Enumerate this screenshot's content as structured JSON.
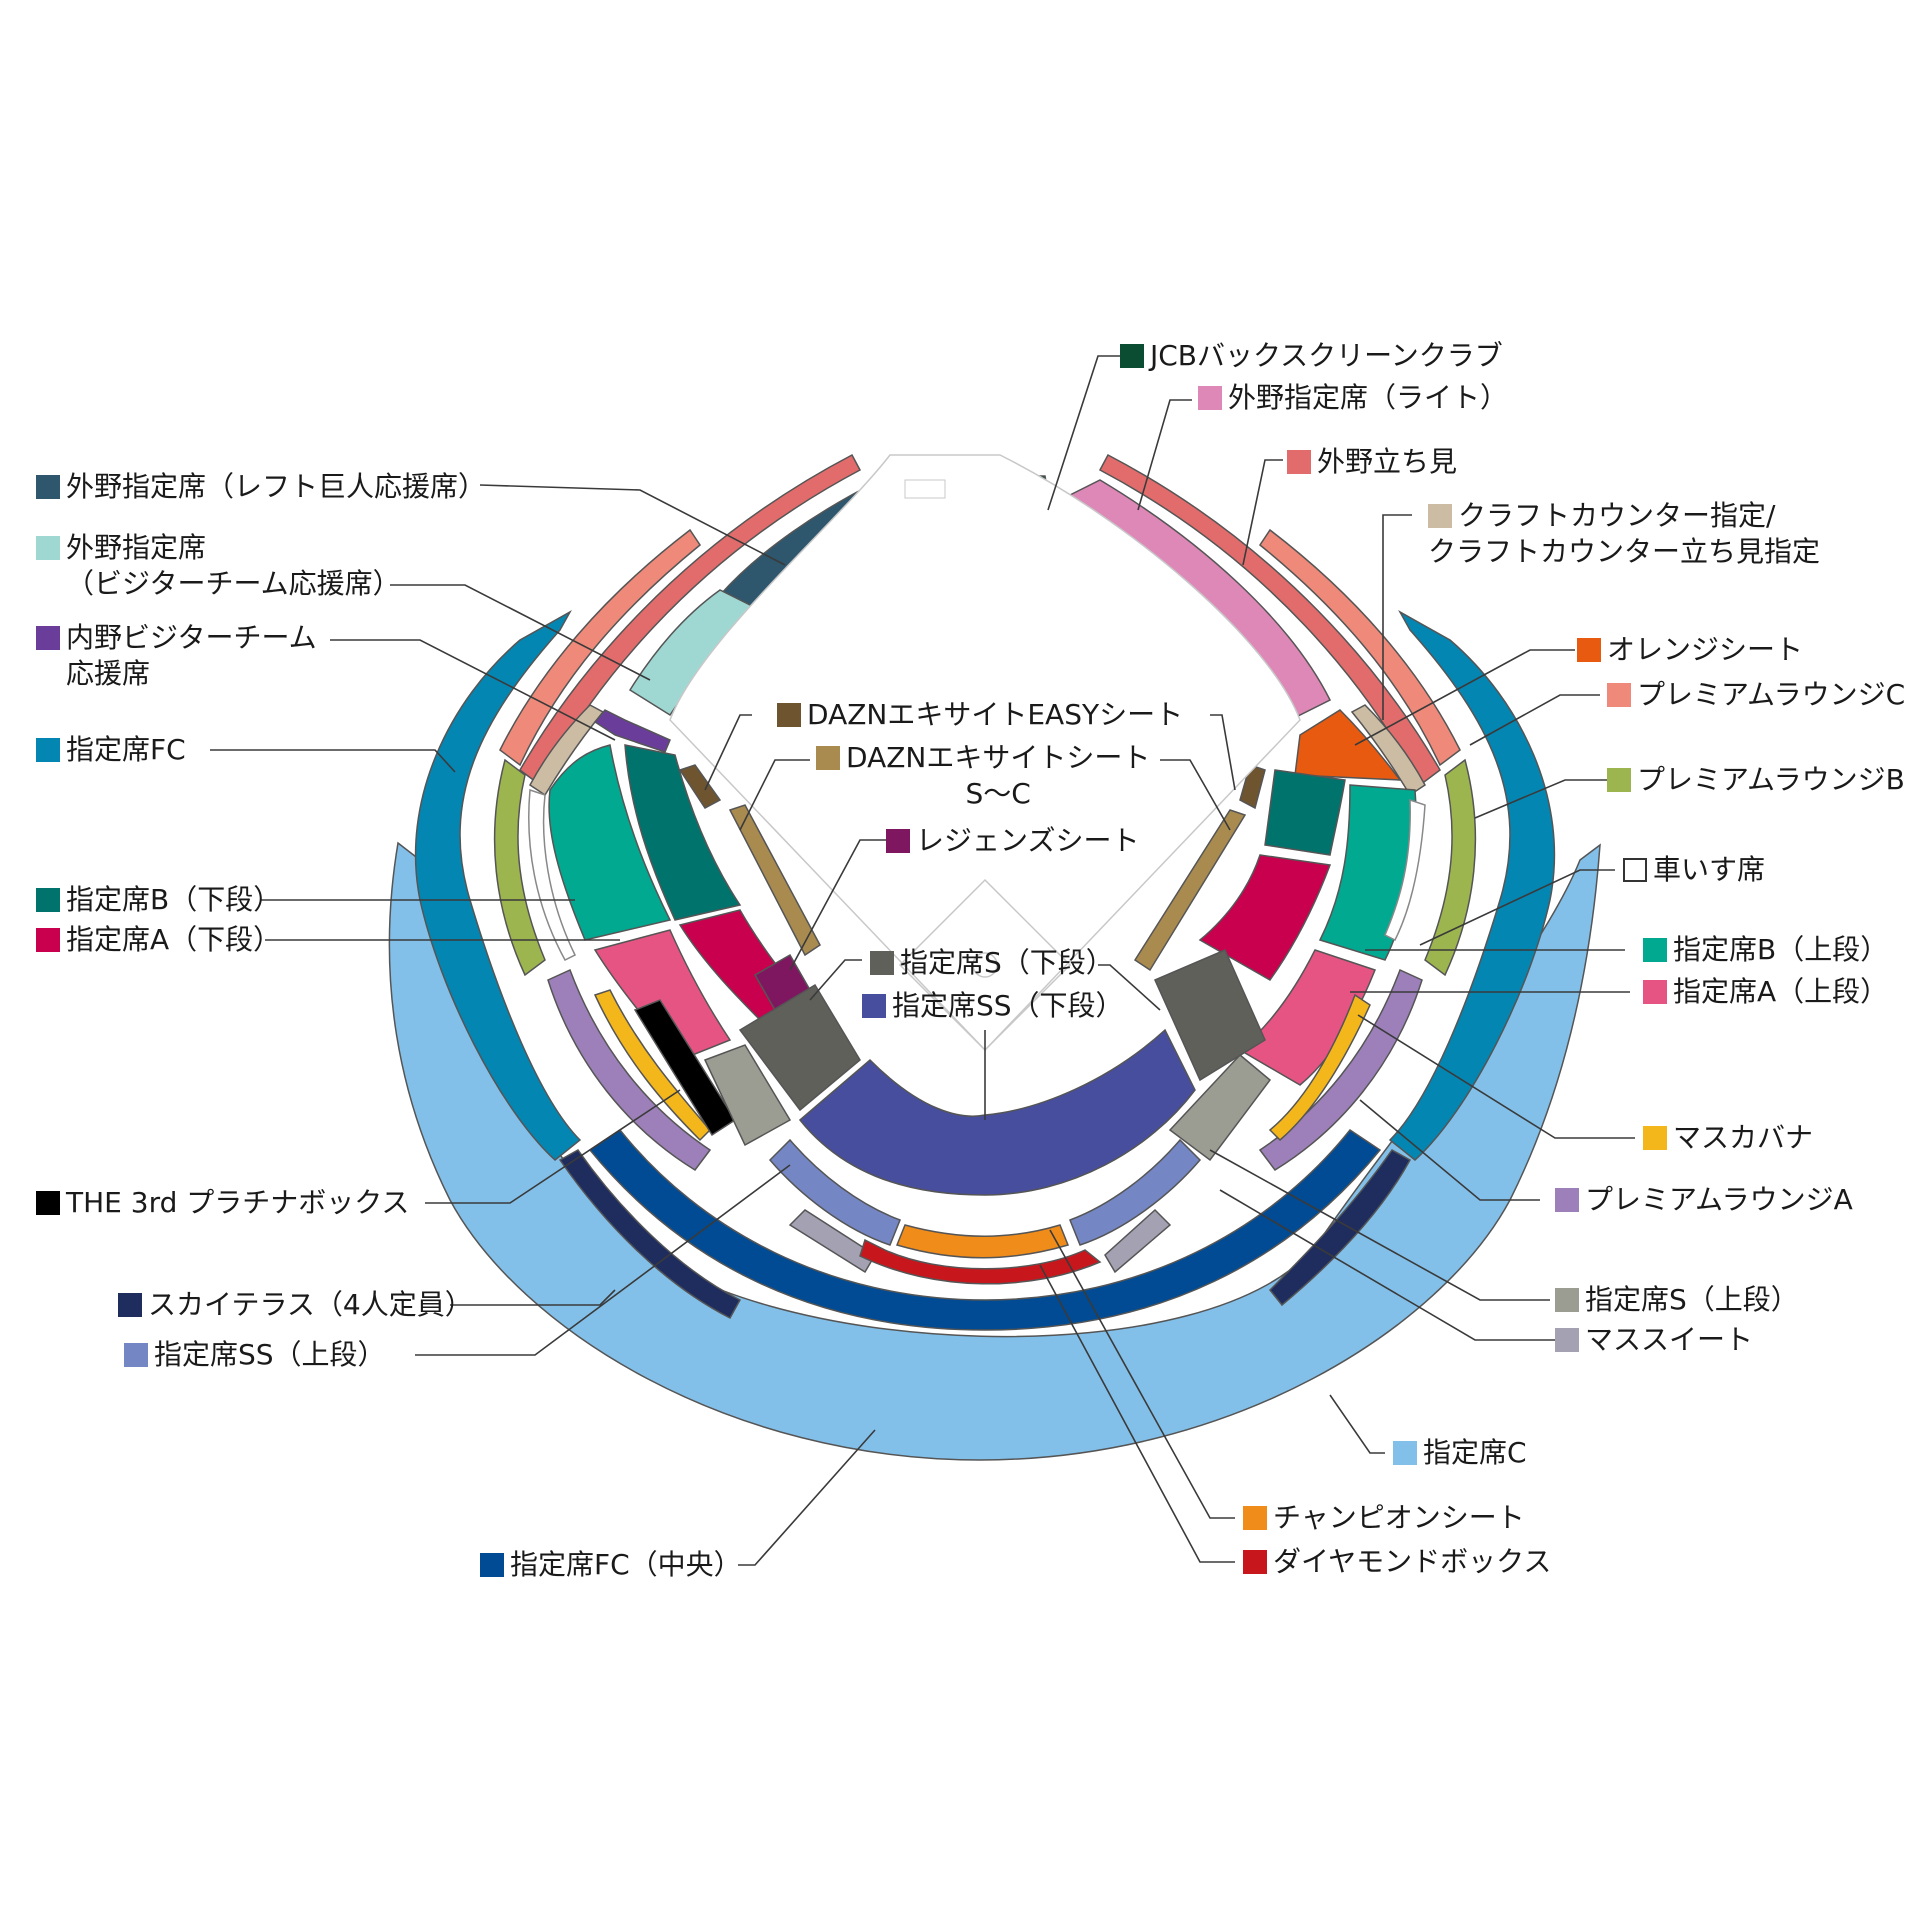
{
  "legend": {
    "jcb": {
      "label": "JCBバックスクリーンクラブ",
      "color": "#0b4d33"
    },
    "outfield_right": {
      "label": "外野指定席（ライト）",
      "color": "#de88b8"
    },
    "outfield_standing": {
      "label": "外野立ち見",
      "color": "#e26c6c"
    },
    "craft": {
      "label_line1": "クラフトカウンター指定/",
      "label_line2": "クラフトカウンター立ち見指定",
      "color": "#cbbca3"
    },
    "orange": {
      "label": "オレンジシート",
      "color": "#e85a10"
    },
    "premium_c": {
      "label": "プレミアムラウンジC",
      "color": "#ef8a7a"
    },
    "premium_b": {
      "label": "プレミアムラウンジB",
      "color": "#9cb54f"
    },
    "wheelchair": {
      "label": "車いす席",
      "color": "#ffffff"
    },
    "reserved_b_upper": {
      "label": "指定席B（上段）",
      "color": "#00a98f"
    },
    "reserved_a_upper": {
      "label": "指定席A（上段）",
      "color": "#e65483"
    },
    "masukabana": {
      "label": "マスカバナ",
      "color": "#f4b71b"
    },
    "premium_a": {
      "label": "プレミアムラウンジA",
      "color": "#9d80b9"
    },
    "reserved_s_upper": {
      "label": "指定席S（上段）",
      "color": "#9b9d92"
    },
    "mass_suite": {
      "label": "マススイート",
      "color": "#a4a1b2"
    },
    "reserved_c": {
      "label": "指定席C",
      "color": "#82c0ea"
    },
    "champion": {
      "label": "チャンピオンシート",
      "color": "#f08c1a"
    },
    "diamond": {
      "label": "ダイヤモンドボックス",
      "color": "#c8161d"
    },
    "outfield_left": {
      "label": "外野指定席（レフト巨人応援席）",
      "color": "#2e566c"
    },
    "outfield_visitor": {
      "label_line1": "外野指定席",
      "label_line2": "（ビジターチーム応援席）",
      "color": "#9fd8d2"
    },
    "infield_visitor": {
      "label_line1": "内野ビジターチーム",
      "label_line2": "応援席",
      "color": "#6a3d9a"
    },
    "reserved_fc": {
      "label": "指定席FC",
      "color": "#0486b3"
    },
    "dazn_easy": {
      "label": "DAZNエキサイトEASYシート",
      "color": "#6e5530"
    },
    "dazn": {
      "label_line1": "DAZNエキサイトシート",
      "label_line2": "S～C",
      "color": "#a98b50"
    },
    "legends": {
      "label": "レジェンズシート",
      "color": "#7f1760"
    },
    "reserved_b_lower": {
      "label": "指定席B（下段）",
      "color": "#00736c"
    },
    "reserved_a_lower": {
      "label": "指定席A（下段）",
      "color": "#c9004e"
    },
    "reserved_s_lower": {
      "label": "指定席S（下段）",
      "color": "#5f605a"
    },
    "reserved_ss_lower": {
      "label": "指定席SS（下段）",
      "color": "#464e9d"
    },
    "platinum": {
      "label": "THE 3rd プラチナボックス",
      "color": "#000000"
    },
    "sky_terrace": {
      "label": "スカイテラス（4人定員）",
      "color": "#1f2d5e"
    },
    "reserved_ss_upper": {
      "label": "指定席SS（上段）",
      "color": "#7486c4"
    },
    "reserved_fc_center": {
      "label": "指定席FC（中央）",
      "color": "#004b93"
    }
  }
}
